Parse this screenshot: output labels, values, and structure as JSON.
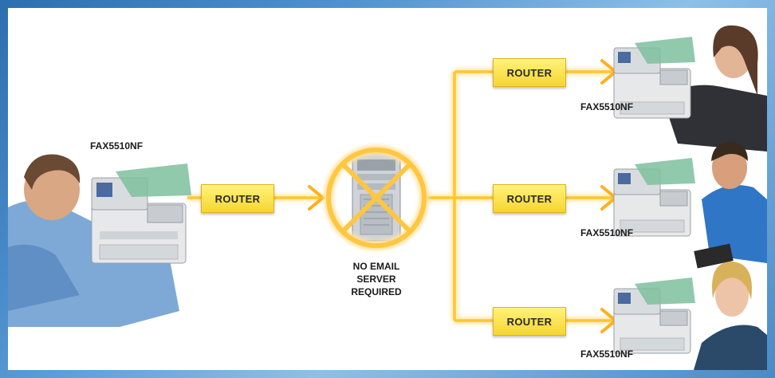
{
  "sender": {
    "fax_label": "FAX5510NF"
  },
  "router_main": {
    "label": "ROUTER"
  },
  "server": {
    "caption_lines": [
      "NO EMAIL",
      "SERVER",
      "REQUIRED"
    ]
  },
  "branches": [
    {
      "router_label": "ROUTER",
      "fax_label": "FAX5510NF"
    },
    {
      "router_label": "ROUTER",
      "fax_label": "FAX5510NF"
    },
    {
      "router_label": "ROUTER",
      "fax_label": "FAX5510NF"
    }
  ],
  "colors": {
    "wire": "#ffcc33",
    "router": "#f6d531",
    "cross": "#ffc640",
    "frame": "#4f92cf"
  }
}
